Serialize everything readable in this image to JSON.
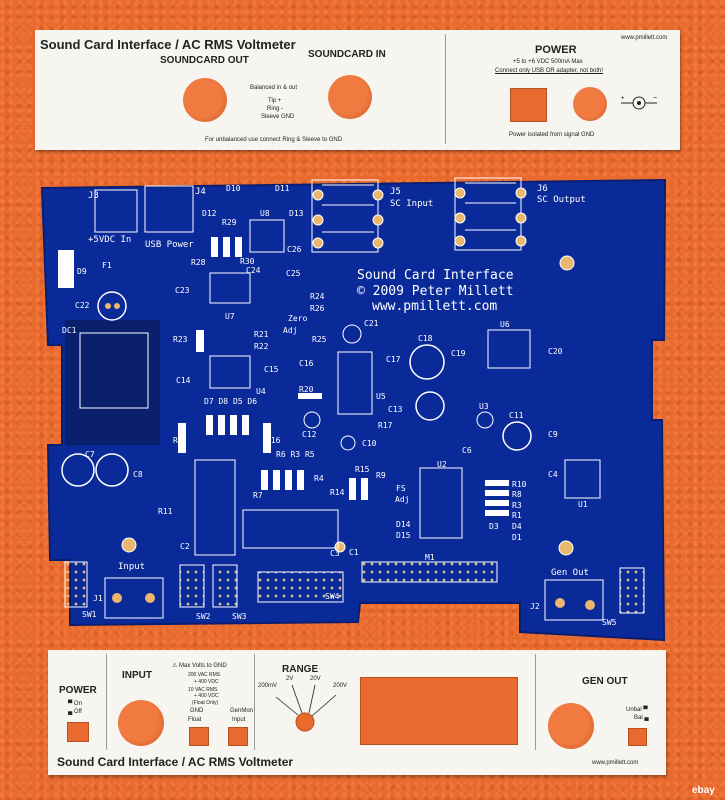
{
  "top_panel": {
    "title": "Sound Card Interface / AC RMS Voltmeter",
    "soundcard_out": "SOUNDCARD OUT",
    "soundcard_in": "SOUNDCARD IN",
    "balanced_note_1": "Balanced in & out",
    "balanced_note_2": "Tip +",
    "balanced_note_3": "Ring -",
    "balanced_note_4": "Sleeve GND",
    "unbalanced_note": "For unbalanced use connect Ring & Sleeve to GND",
    "power_label": "POWER",
    "power_spec": "+5 to +6 VDC 500mA Max",
    "power_warning": "Connect only USB OR adapter, not both!",
    "power_isolated": "Power isolated from signal GND",
    "url": "www.pmillett.com"
  },
  "pcb": {
    "title_line_1": "Sound Card Interface",
    "title_line_2": "© 2009 Peter Millett",
    "title_line_3": "www.pmillett.com",
    "labels": {
      "j3": "J3",
      "j4": "J4",
      "dc_in": "+5VDC In",
      "usb_power": "USB Power",
      "j5": "J5",
      "j5_name": "SC Input",
      "j6": "J6",
      "j6_name": "SC Output",
      "d10": "D10",
      "d11": "D11",
      "d12": "D12",
      "d13": "D13",
      "u8": "U8",
      "r29": "R29",
      "c26": "C26",
      "r28": "R28",
      "r30": "R30",
      "c24": "C24",
      "c25": "C25",
      "c23": "C23",
      "r24": "R24",
      "r26": "R26",
      "u7": "U7",
      "zero": "Zero",
      "adj": "Adj",
      "r25": "R25",
      "c21": "C21",
      "u6": "U6",
      "c18": "C18",
      "c19": "C19",
      "c20": "C20",
      "d9": "D9",
      "f1": "F1",
      "c22": "C22",
      "dc1": "DC1",
      "r23": "R23",
      "r21": "R21",
      "r22": "R22",
      "c14": "C14",
      "c15": "C15",
      "u4": "U4",
      "c16": "C16",
      "c17": "C17",
      "u5": "U5",
      "c13": "C13",
      "r20": "R20",
      "c12": "C12",
      "r17": "R17",
      "c10": "C10",
      "u3": "U3",
      "c11": "C11",
      "d7": "D7",
      "d8": "D8",
      "d5": "D5",
      "d6": "D6",
      "r2": "R2",
      "r16": "R16",
      "r6": "R6",
      "r3": "R3",
      "r5": "R5",
      "r7": "R7",
      "r4": "R4",
      "r15": "R15",
      "r9": "R9",
      "r14": "R14",
      "fs": "FS",
      "fs_adj": "Adj",
      "c6": "C6",
      "u2": "U2",
      "c9": "C9",
      "c4": "C4",
      "u1": "U1",
      "r10": "R10",
      "r8": "R8",
      "r1": "R1",
      "d3": "D3",
      "d4": "D4",
      "d1": "D1",
      "c7": "C7",
      "c8": "C8",
      "r11": "R11",
      "c2": "C2",
      "c3": "C3",
      "d14": "D14",
      "d15": "D15",
      "c1": "C1",
      "m1": "M1",
      "input": "Input",
      "gen_out": "Gen Out",
      "j1": "J1",
      "j2": "J2",
      "sw1": "SW1",
      "sw2": "SW2",
      "sw3": "SW3",
      "sw4": "SW4",
      "sw5": "SW5"
    }
  },
  "bottom_panel": {
    "title": "Sound Card Interface / AC RMS Voltmeter",
    "power_label": "POWER",
    "power_on": "On",
    "power_off": "Off",
    "input_label": "INPUT",
    "max_volts": "Max Volts to GND",
    "spec_1a": "200 VAC RMS",
    "spec_1b": "+ 400 VDC",
    "spec_2a": "10 VAC RMS",
    "spec_2b": "+ 400 VDC",
    "spec_2c": "(Float Only)",
    "gnd": "GND",
    "float": "Float",
    "genmon": "GenMon",
    "input_sw": "Input",
    "range_label": "RANGE",
    "range_200mv": "200mV",
    "range_2v": "2V",
    "range_20v": "20V",
    "range_200v": "200V",
    "gen_out_label": "GEN OUT",
    "unbal": "Unbal",
    "bal": "Bal",
    "url": "www.pmillett.com"
  },
  "watermark": "ebay",
  "colors": {
    "background": "#e86a2f",
    "pcb": "#0b2a9a",
    "panel": "#f6f5ef",
    "silkscreen": "#ffffff"
  }
}
